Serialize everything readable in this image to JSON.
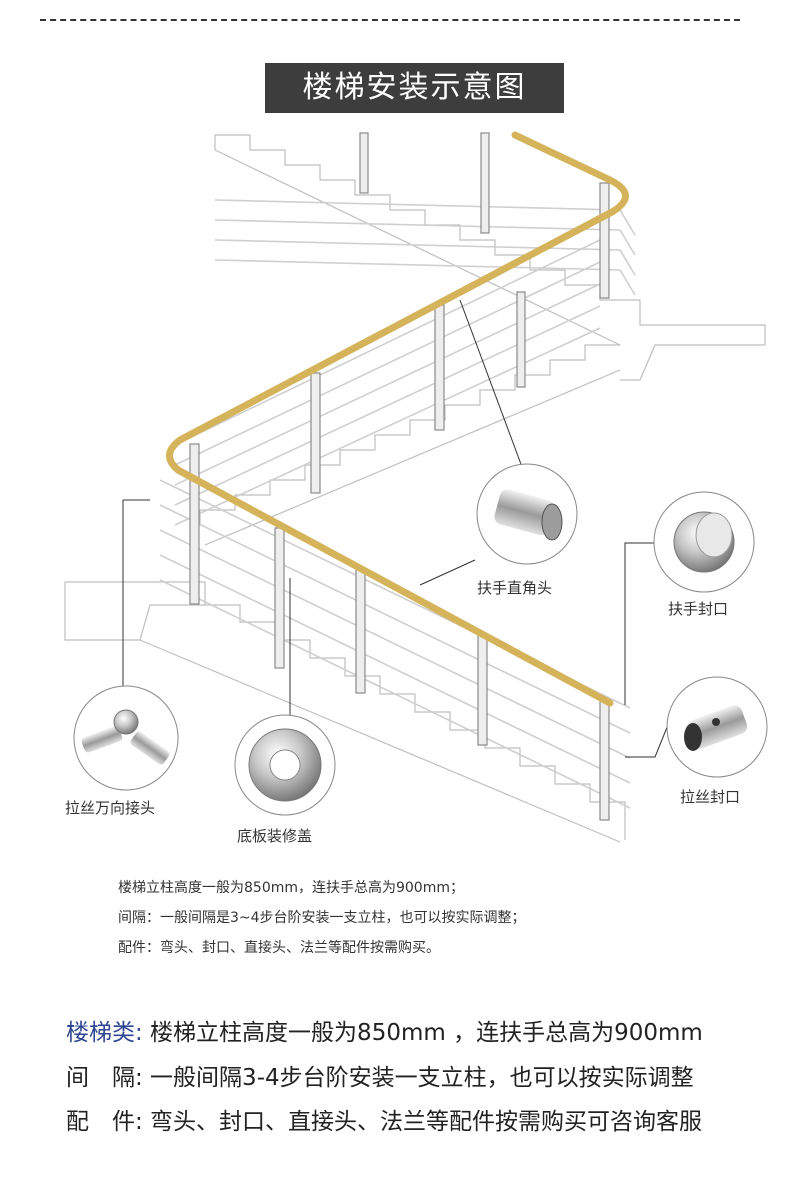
{
  "title": "楼梯安装示意图",
  "parts": [
    {
      "id": "elbow",
      "label": "扶手直角头"
    },
    {
      "id": "endcap",
      "label": "扶手封口"
    },
    {
      "id": "universal",
      "label": "拉丝万向接头"
    },
    {
      "id": "baseplate",
      "label": "底板装修盖"
    },
    {
      "id": "wirecap",
      "label": "拉丝封口"
    }
  ],
  "notes": [
    "楼梯立柱高度一般为850mm，连扶手总高为900mm；",
    "间隔：一般间隔是3~4步台阶安装一支立柱，也可以按实际调整；",
    "配件：弯头、封口、直接头、法兰等配件按需购买。"
  ],
  "specs": [
    {
      "key": "楼梯类:",
      "text": " 楼梯立柱高度一般为850mm ，连扶手总高为900mm"
    },
    {
      "key": "间　隔:",
      "text": " 一般间隔3-4步台阶安装一支立柱，也可以按实际调整"
    },
    {
      "key": "配　件:",
      "text": " 弯头、封口、直接头、法兰等配件按需购买可咨询客服"
    }
  ],
  "colors": {
    "handrail": "#d4b35a",
    "title_bg": "#3d3d3d",
    "spec_key": "#2d4592"
  }
}
